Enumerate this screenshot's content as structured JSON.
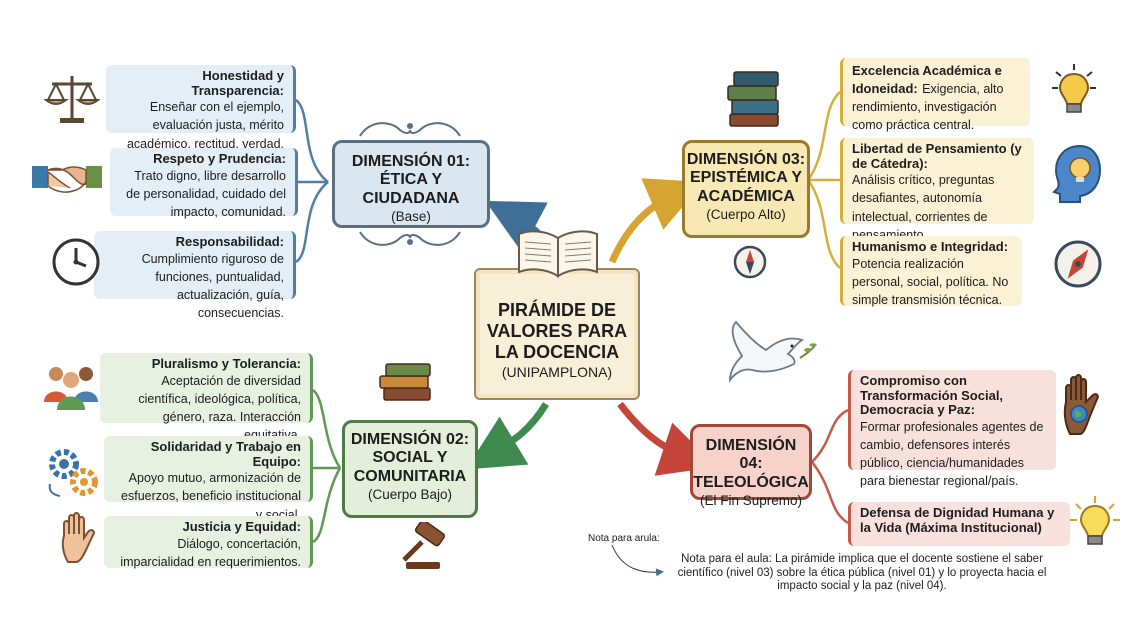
{
  "center": {
    "title": "PIRÁMIDE DE VALORES PARA LA DOCENCIA",
    "subtitle": "(UNIPAMPLONA)"
  },
  "dimensions": {
    "d01": {
      "title": "DIMENSIÓN 01: ÉTICA Y CIUDADANA",
      "subtitle": "(Base)",
      "color": "#5a6f82"
    },
    "d02": {
      "title": "DIMENSIÓN 02: SOCIAL Y COMUNITARIA",
      "subtitle": "(Cuerpo Bajo)",
      "color": "#4f7a45"
    },
    "d03": {
      "title": "DIMENSIÓN 03: EPISTÉMICA Y ACADÉMICA",
      "subtitle": "(Cuerpo Alto)",
      "color": "#9a7a2b"
    },
    "d04": {
      "title": "DIMENSIÓN 04: TELEOLÓGICA",
      "subtitle": "(El Fin Supremo)",
      "color": "#a0473a"
    }
  },
  "values": {
    "d01": [
      {
        "title": "Honestidad y Transparencia:",
        "body": "Enseñar con el ejemplo, evaluación justa, mérito académico, rectitud, verdad.",
        "icon": "scales-icon"
      },
      {
        "title": "Respeto y Prudencia:",
        "body": "Trato digno, libre desarrollo de personalidad, cuidado del impacto, comunidad.",
        "icon": "handshake-icon"
      },
      {
        "title": "Responsabilidad:",
        "body": "Cumplimiento riguroso de funciones, puntualidad, actualización, guía, consecuencias.",
        "icon": "clock-icon"
      }
    ],
    "d02": [
      {
        "title": "Pluralismo y Tolerancia:",
        "body": "Aceptación de diversidad científica, ideológica, política, género, raza. Interacción equitativa.",
        "icon": "people-icon"
      },
      {
        "title": "Solidaridad y Trabajo en Equipo:",
        "body": "Apoyo mutuo, armonización de esfuerzos, beneficio institucional y social.",
        "icon": "gears-icon"
      },
      {
        "title": "Justicia y Equidad:",
        "body": "Diálogo, concertación, imparcialidad en requerimientos.",
        "icon": "hand-icon"
      }
    ],
    "d03": [
      {
        "title": "Excelencia Académica e Idoneidad:",
        "body": "Exigencia, alto rendimiento, investigación como práctica central.",
        "icon": "lightbulb-icon"
      },
      {
        "title": "Libertad de Pensamiento (y de Cátedra):",
        "body": "Análisis crítico, preguntas desafiantes, autonomía intelectual, corrientes de pensamiento.",
        "icon": "head-bulb-icon"
      },
      {
        "title": "Humanismo e Integridad:",
        "body": "Potencia realización personal, social, política. No simple transmisión técnica.",
        "icon": "compass-icon"
      }
    ],
    "d04": [
      {
        "title": "Compromiso con Transformación Social, Democracia y Paz:",
        "body": "Formar profesionales agentes de cambio, defensores interés público, ciencia/humanidades para bienestar regional/país.",
        "icon": "hand-globe-icon"
      },
      {
        "title": "Defensa de Dignidad Humana y la Vida (Máxima Institucional)",
        "body": "",
        "icon": "bulb-icon"
      }
    ]
  },
  "note_label": "Nota para arula:",
  "note": "Nota para el aula: La pirámide implica que el docente sostiene el saber científico (nivel 03) sobre la ética pública (nivel 01) y lo proyecta hacia el impacto social y la paz (nivel 04).",
  "colors": {
    "blue": "#4f7fa6",
    "green": "#5f9a55",
    "yellow": "#d6ae3b",
    "red": "#c65a48",
    "center_bg": "#f8efd9"
  }
}
